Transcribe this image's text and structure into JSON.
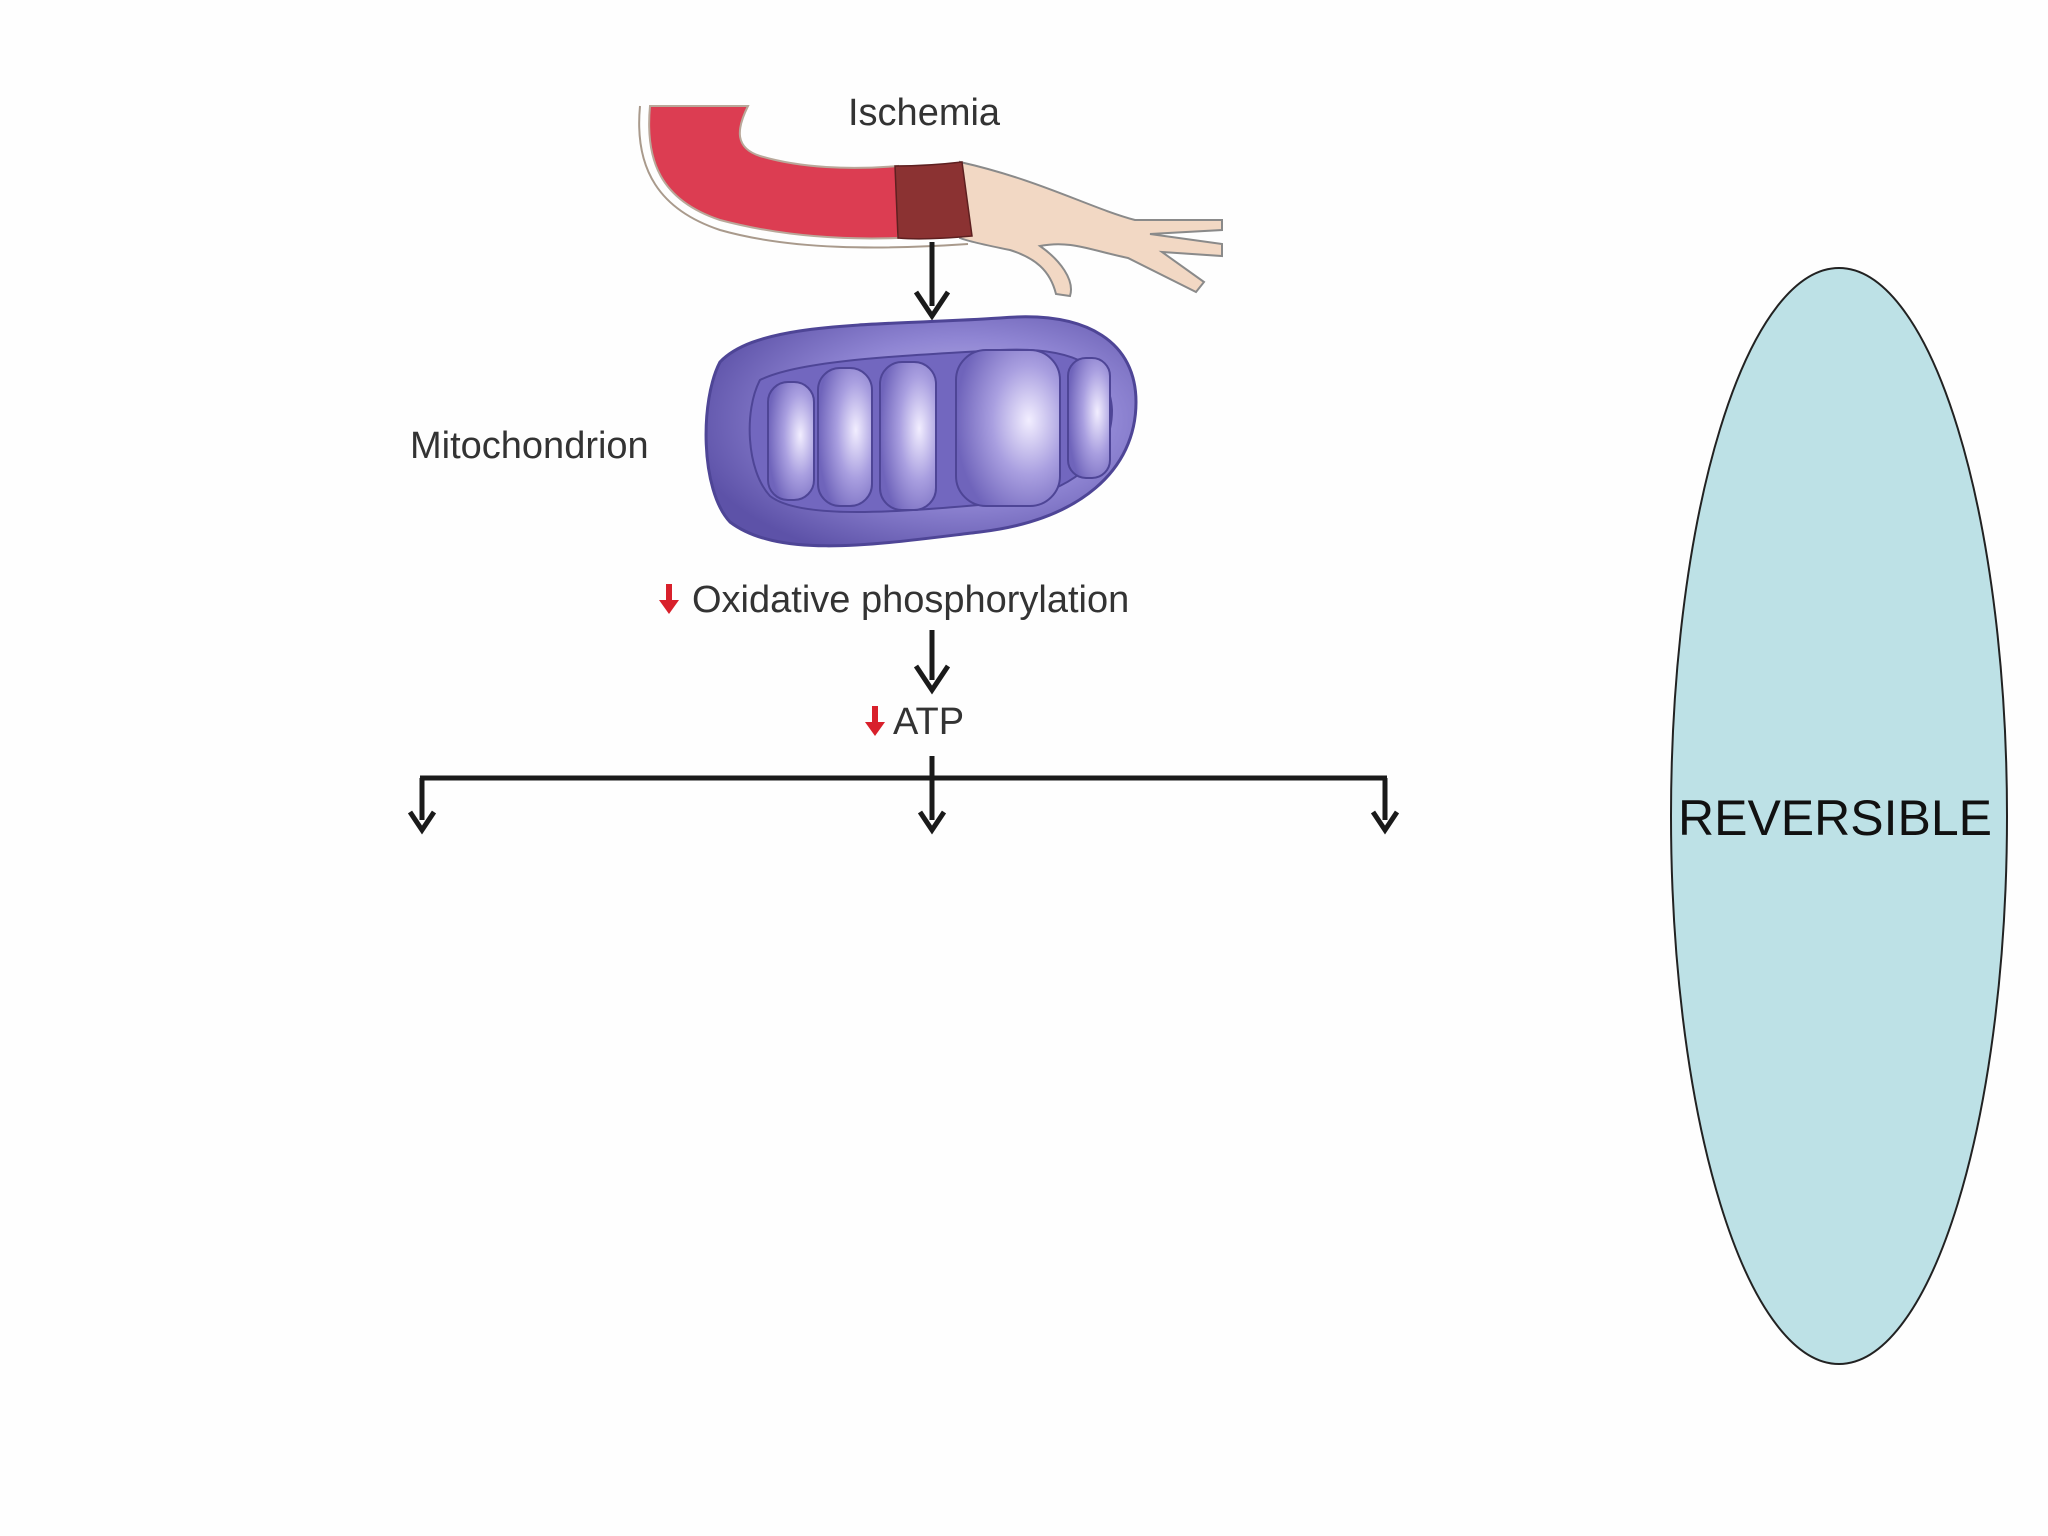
{
  "labels": {
    "ischemia": "Ischemia",
    "mitochondrion": "Mitochondrion",
    "oxidative_phosphorylation": "Oxidative phosphorylation",
    "atp": "ATP",
    "reversible": "REVERSIBLE"
  },
  "colors": {
    "vessel_red": "#dc3d52",
    "clot": "#8b3232",
    "vessel_beige": "#f2d8c4",
    "mitochondrion": "#8a7fce",
    "arrow": "#1a1a1a",
    "decrease_arrow": "#d8202b",
    "ellipse_fill": "#bde1e6"
  }
}
